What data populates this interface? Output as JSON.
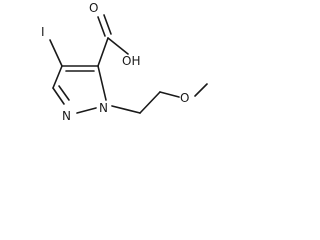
{
  "structure": {
    "atoms": {
      "iodine": "I",
      "acid_oxygen": "O",
      "acid_hydroxyl": "OH",
      "ring_n_left": "N",
      "ring_n_right": "N",
      "ether_oxygen": "O"
    },
    "colors": {
      "bond": "#1a1a1a",
      "background": "#ffffff"
    }
  }
}
